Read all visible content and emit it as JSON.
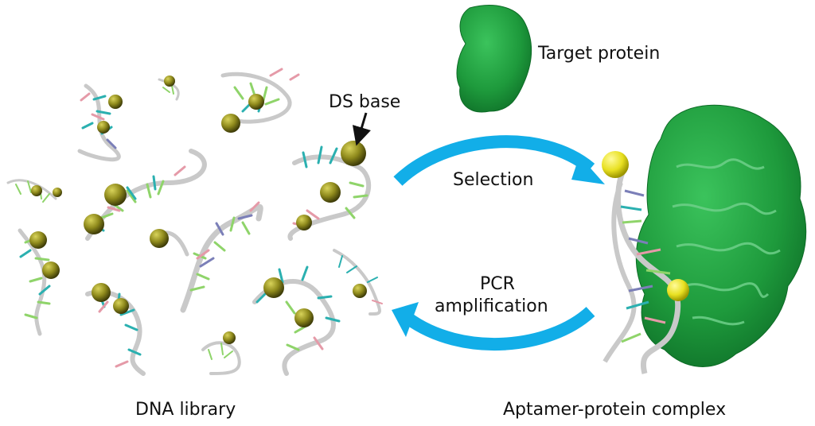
{
  "labels": {
    "target_protein": "Target protein",
    "ds_base": "DS base",
    "selection": "Selection",
    "pcr": "PCR",
    "amplification": "amplification",
    "dna_library": "DNA library",
    "aptamer_protein_complex": "Aptamer-protein complex"
  },
  "colors": {
    "protein_green": "#1e9a3c",
    "protein_dark": "#0d6b26",
    "arrow_blue": "#12aee8",
    "ds_base_yellow": "#8f8a1c",
    "backbone_gray": "#c9c9c9",
    "base_pink": "#e59aa8",
    "base_green": "#8fd46a",
    "base_teal": "#2bb0b0",
    "base_purple": "#7b7fb8"
  },
  "icons": {
    "ds_base_pointer": "arrow-down-icon",
    "selection_arrow": "curved-arrow-right-icon",
    "pcr_arrow": "curved-arrow-left-icon"
  }
}
